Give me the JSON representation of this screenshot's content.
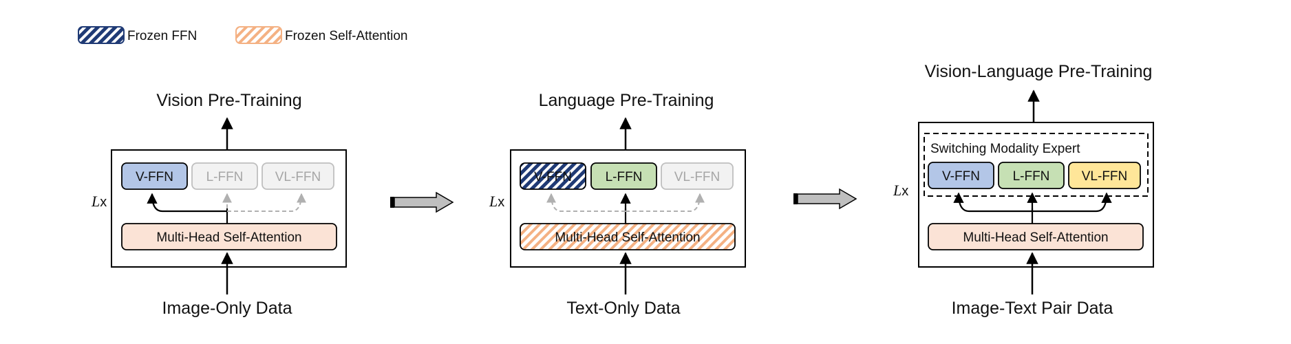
{
  "legend": {
    "frozen_ffn": "Frozen FFN",
    "frozen_self_attention": "Frozen Self-Attention"
  },
  "stages": [
    {
      "title": "Vision Pre-Training",
      "input": "Image-Only Data",
      "layer_label": "x",
      "attention": "Multi-Head Self-Attention",
      "experts": [
        "V-FFN",
        "L-FFN",
        "VL-FFN"
      ]
    },
    {
      "title": "Language Pre-Training",
      "input": "Text-Only Data",
      "layer_label": "x",
      "attention": "Multi-Head Self-Attention",
      "experts": [
        "V-FFN",
        "L-FFN",
        "VL-FFN"
      ]
    },
    {
      "title": "Vision-Language Pre-Training",
      "input": "Image-Text Pair Data",
      "layer_label": "x",
      "attention": "Multi-Head Self-Attention",
      "experts": [
        "V-FFN",
        "L-FFN",
        "VL-FFN"
      ],
      "group_label": "Switching Modality Expert"
    }
  ],
  "layer_symbol": "L",
  "colors": {
    "v_ffn": "#b3c6e7",
    "l_ffn": "#c6e0b4",
    "vl_ffn": "#ffe699",
    "attention": "#fbe3d6",
    "frozen_ffn_stripe": "#1f3a75",
    "frozen_attention_stripe": "#f4b183",
    "inactive": "#f2f2f2",
    "inactive_text": "#a6a6a6"
  }
}
